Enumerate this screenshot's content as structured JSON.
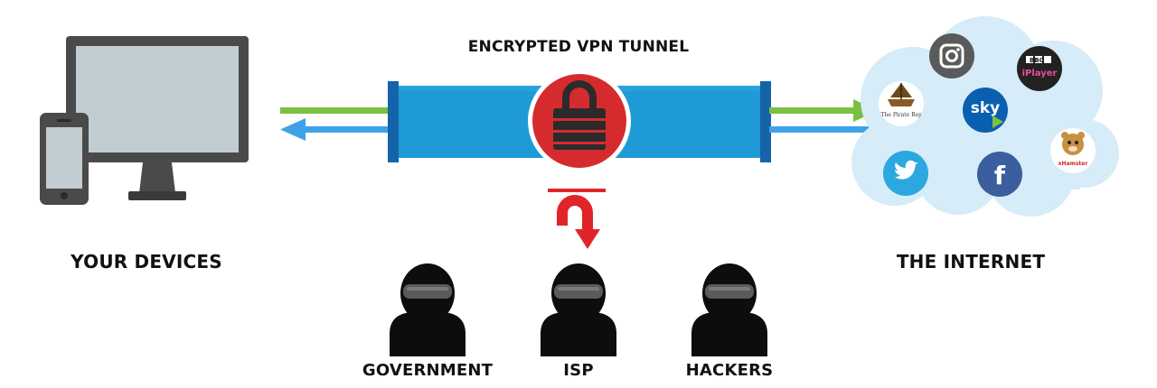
{
  "title": "ENCRYPTED VPN TUNNEL",
  "devices": {
    "label": "YOUR DEVICES"
  },
  "internet": {
    "label": "THE INTERNET",
    "bubbles": {
      "piratebay": "The Pirate Bay",
      "bbc_top": "BBC",
      "bbc_bottom": "iPlayer",
      "sky": "sky",
      "facebook": "f",
      "xhamster": "xHamster"
    }
  },
  "observers": [
    {
      "label": "GOVERNMENT"
    },
    {
      "label": "ISP"
    },
    {
      "label": "HACKERS"
    }
  ],
  "colors": {
    "tunnel": "#1e9ad6",
    "tunnel_cap": "#1563a8",
    "lock_circle": "#d62b2e",
    "arrow_out": "#7cc043",
    "arrow_in": "#3fa2e8",
    "cloud": "#d6ecf8",
    "monitor_frame": "#4a4a4a",
    "screen": "#c1ccd3",
    "figure": "#0d0d0d",
    "deflect_arrow": "#e0242a"
  }
}
